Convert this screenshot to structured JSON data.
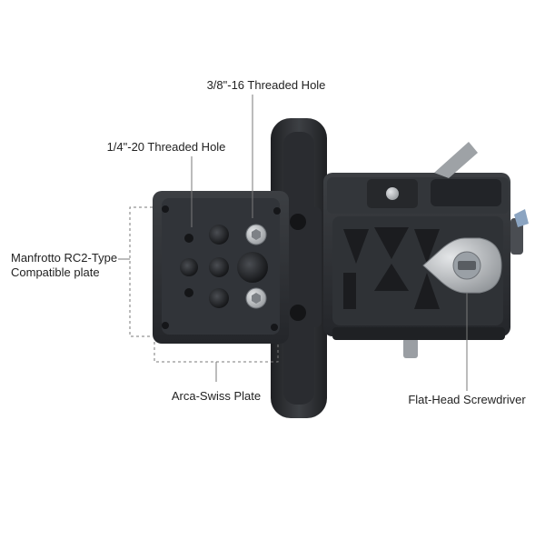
{
  "labels": {
    "hole_38": "3/8\"-16 Threaded Hole",
    "hole_14": "1/4\"-20 Threaded Hole",
    "manfrotto_line1": "Manfrotto RC2-Type",
    "manfrotto_line2": "Compatible plate",
    "arca": "Arca-Swiss Plate",
    "screwdriver": "Flat-Head Screwdriver"
  },
  "colors": {
    "background": "#ffffff",
    "metal_dark": "#2b2d30",
    "metal_mid": "#3a3c40",
    "metal_light": "#55585d",
    "silver": "#b8bcc0",
    "leader": "#7a7a7a"
  }
}
